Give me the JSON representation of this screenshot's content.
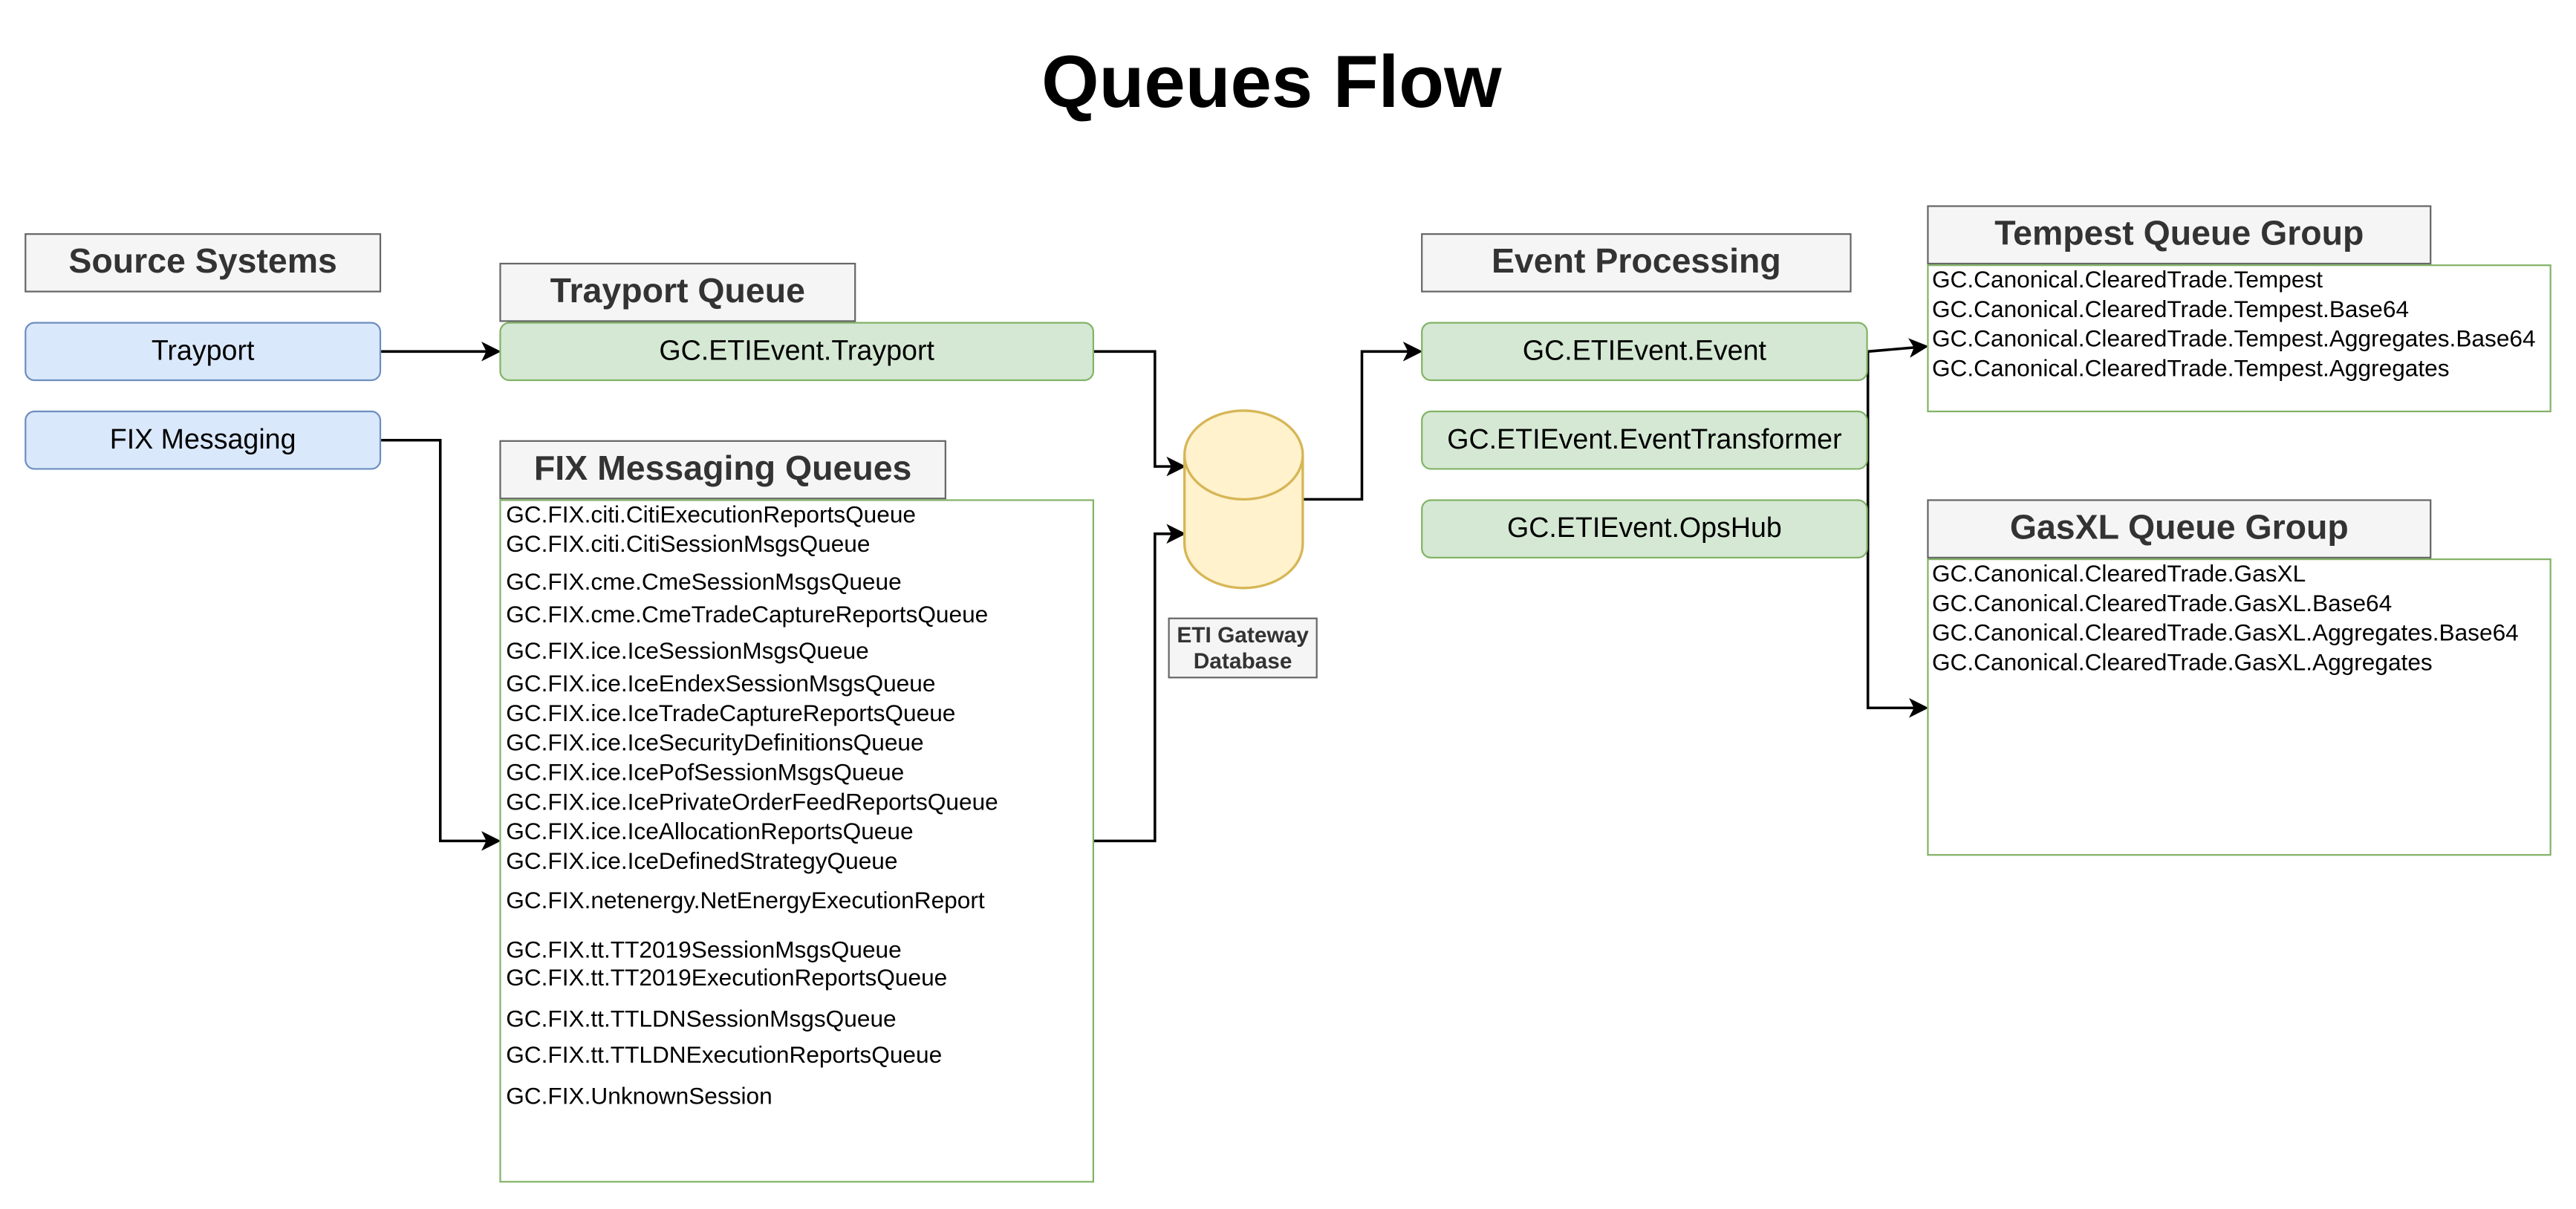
{
  "title": "Queues Flow",
  "colors": {
    "source_fill": "#dae8fc",
    "source_stroke": "#6c8ebf",
    "queue_fill": "#d5e8d4",
    "queue_stroke": "#82b366",
    "header_fill": "#f5f5f5",
    "header_stroke": "#666666",
    "database_fill": "#fff2cc",
    "database_stroke": "#d6b656"
  },
  "source_systems": {
    "header": "Source Systems",
    "items": [
      "Trayport",
      "FIX Messaging"
    ]
  },
  "trayport_queue": {
    "header": "Trayport Queue",
    "queue": "GC.ETIEvent.Trayport"
  },
  "fix_queues": {
    "header": "FIX Messaging Queues",
    "items": [
      "GC.FIX.citi.CitiExecutionReportsQueue",
      "GC.FIX.citi.CitiSessionMsgsQueue",
      "GC.FIX.cme.CmeSessionMsgsQueue",
      "GC.FIX.cme.CmeTradeCaptureReportsQueue",
      "GC.FIX.ice.IceSessionMsgsQueue",
      "GC.FIX.ice.IceEndexSessionMsgsQueue",
      "GC.FIX.ice.IceTradeCaptureReportsQueue",
      "GC.FIX.ice.IceSecurityDefinitionsQueue",
      "GC.FIX.ice.IcePofSessionMsgsQueue",
      "GC.FIX.ice.IcePrivateOrderFeedReportsQueue",
      "GC.FIX.ice.IceAllocationReportsQueue",
      "GC.FIX.ice.IceDefinedStrategyQueue",
      "GC.FIX.netenergy.NetEnergyExecutionReport",
      "GC.FIX.tt.TT2019SessionMsgsQueue",
      "GC.FIX.tt.TT2019ExecutionReportsQueue",
      "GC.FIX.tt.TTLDNSessionMsgsQueue",
      "GC.FIX.tt.TTLDNExecutionReportsQueue",
      "GC.FIX.UnknownSession"
    ]
  },
  "database": {
    "label_line1": "ETI Gateway",
    "label_line2": "Database"
  },
  "event_processing": {
    "header": "Event Processing",
    "items": [
      "GC.ETIEvent.Event",
      "GC.ETIEvent.EventTransformer",
      "GC.ETIEvent.OpsHub"
    ]
  },
  "tempest_group": {
    "header": "Tempest Queue Group",
    "items": [
      "GC.Canonical.ClearedTrade.Tempest",
      "GC.Canonical.ClearedTrade.Tempest.Base64",
      "GC.Canonical.ClearedTrade.Tempest.Aggregates.Base64",
      "GC.Canonical.ClearedTrade.Tempest.Aggregates"
    ]
  },
  "gasxl_group": {
    "header": "GasXL Queue Group",
    "items": [
      "GC.Canonical.ClearedTrade.GasXL",
      "GC.Canonical.ClearedTrade.GasXL.Base64",
      "GC.Canonical.ClearedTrade.GasXL.Aggregates.Base64",
      "GC.Canonical.ClearedTrade.GasXL.Aggregates"
    ]
  }
}
